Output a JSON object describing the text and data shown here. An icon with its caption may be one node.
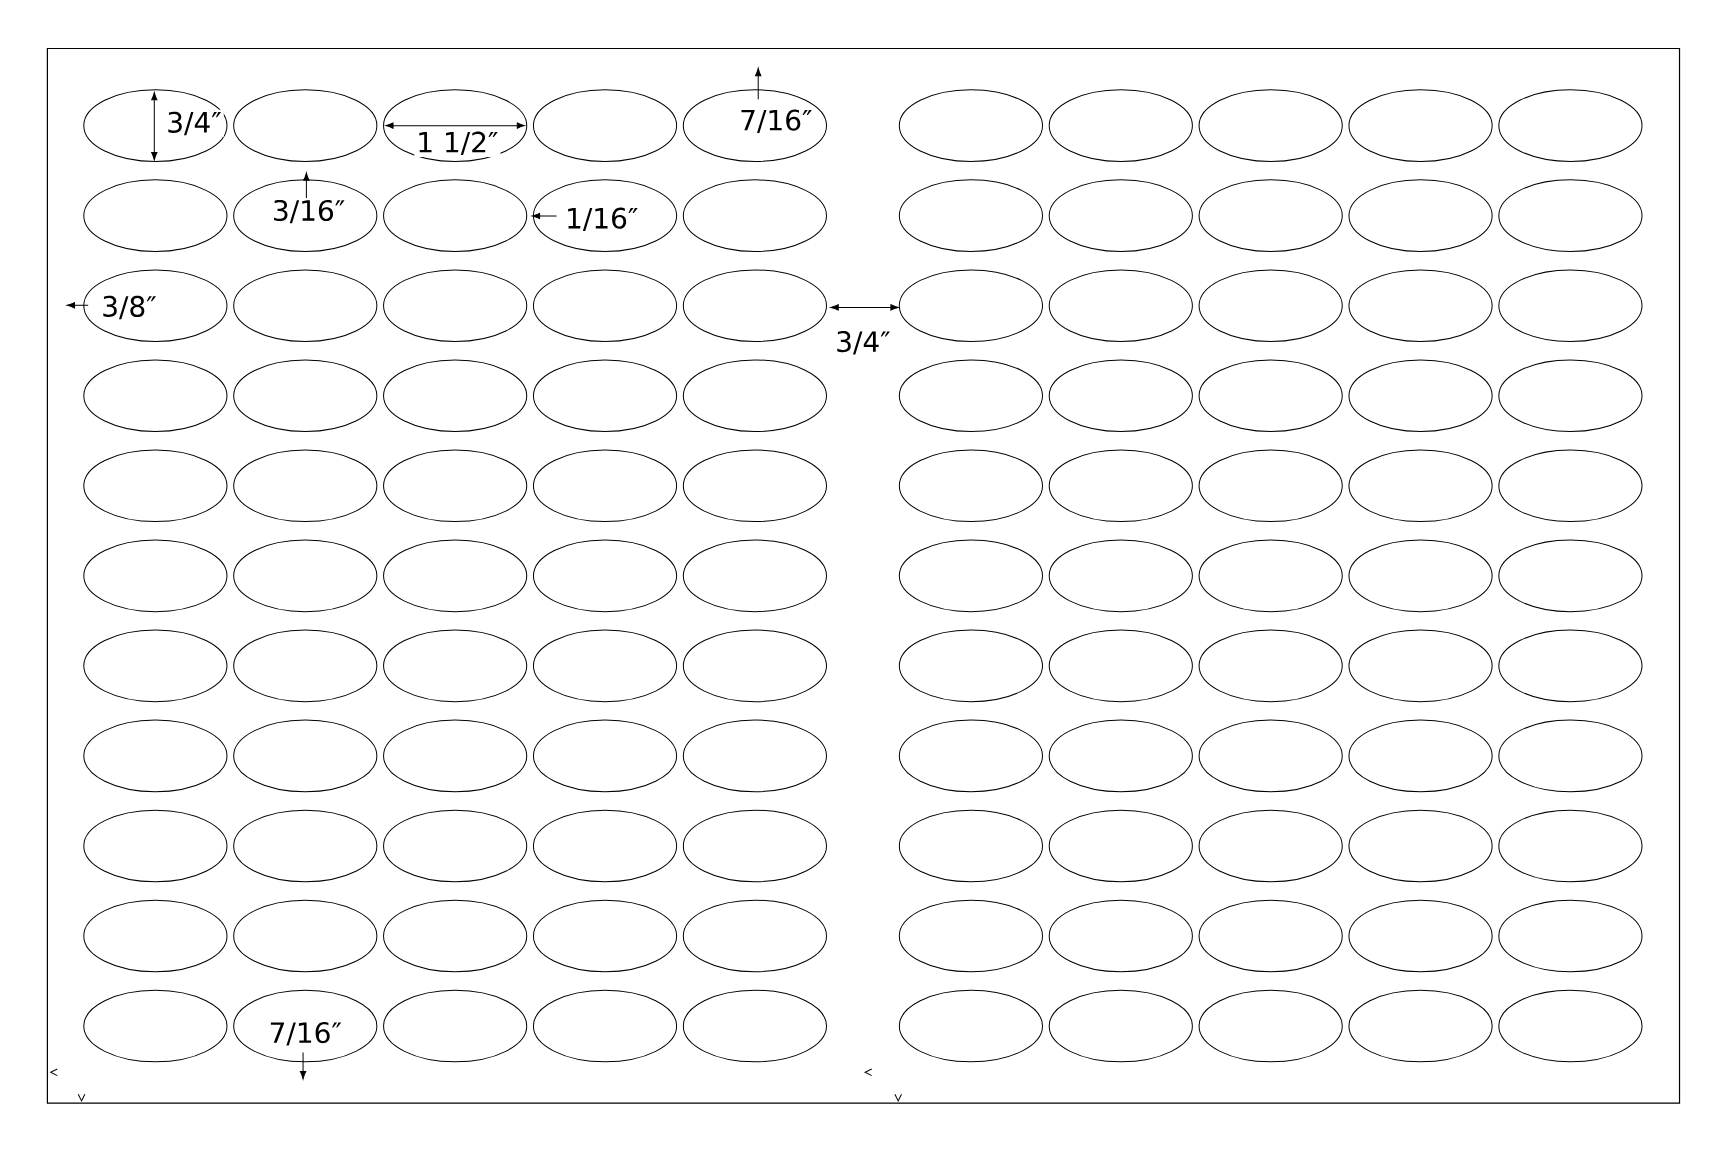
{
  "diagram": {
    "nodes": [
      {
        "text": [],
        "shape": "ellipse"
      },
      {
        "text": [],
        "shape": "ellipse"
      },
      {
        "text": [],
        "shape": "ellipse"
      },
      {
        "text": [],
        "shape": "ellipse"
      },
      {
        "text": [],
        "shape": "ellipse"
      },
      {
        "text": [],
        "shape": "ellipse"
      },
      {
        "text": [],
        "shape": "ellipse"
      },
      {
        "text": [],
        "shape": "ellipse"
      },
      {
        "text": [],
        "shape": "ellipse"
      },
      {
        "text": [],
        "shape": "ellipse"
      },
      {
        "text": [],
        "shape": "ellipse"
      },
      {
        "text": [],
        "shape": "ellipse"
      },
      {
        "text": [],
        "shape": "ellipse"
      },
      {
        "text": [],
        "shape": "ellipse"
      },
      {
        "text": [],
        "shape": "ellipse"
      },
      {
        "text": [],
        "shape": "ellipse"
      },
      {
        "text": [],
        "shape": "ellipse"
      },
      {
        "text": [],
        "shape": "ellipse"
      },
      {
        "text": [],
        "shape": "ellipse"
      },
      {
        "text": [],
        "shape": "ellipse"
      },
      {
        "text": [],
        "shape": "ellipse"
      },
      {
        "text": [],
        "shape": "ellipse"
      },
      {
        "text": [],
        "shape": "ellipse"
      },
      {
        "text": [],
        "shape": "ellipse"
      },
      {
        "text": [],
        "shape": "ellipse"
      },
      {
        "text": [],
        "shape": "ellipse"
      },
      {
        "text": [],
        "shape": "ellipse"
      },
      {
        "text": [],
        "shape": "ellipse"
      },
      {
        "text": [],
        "shape": "ellipse"
      },
      {
        "text": [],
        "shape": "ellipse"
      },
      {
        "text": [],
        "shape": "ellipse"
      },
      {
        "text": [],
        "shape": "ellipse"
      },
      {
        "text": [],
        "shape": "ellipse"
      },
      {
        "text": [],
        "shape": "ellipse"
      },
      {
        "text": [],
        "shape": "ellipse"
      },
      {
        "text": [],
        "shape": "ellipse"
      },
      {
        "text": [],
        "shape": "ellipse"
      },
      {
        "text": [],
        "shape": "ellipse"
      },
      {
        "text": [],
        "shape": "ellipse"
      },
      {
        "text": [],
        "shape": "ellipse"
      },
      {
        "text": [],
        "shape": "ellipse"
      },
      {
        "text": [],
        "shape": "ellipse"
      },
      {
        "text": [],
        "shape": "ellipse"
      },
      {
        "text": [],
        "shape": "ellipse"
      },
      {
        "text": [],
        "shape": "ellipse"
      },
      {
        "text": [],
        "shape": "ellipse"
      },
      {
        "text": [],
        "shape": "ellipse"
      },
      {
        "text": [],
        "shape": "ellipse"
      },
      {
        "text": [],
        "shape": "ellipse"
      },
      {
        "text": [],
        "shape": "ellipse"
      },
      {
        "text": [],
        "shape": "ellipse"
      },
      {
        "text": [],
        "shape": "ellipse"
      },
      {
        "text": [],
        "shape": "ellipse"
      },
      {
        "text": [],
        "shape": "ellipse"
      },
      {
        "text": [],
        "shape": "ellipse"
      },
      {
        "text": [],
        "shape": "ellipse"
      },
      {
        "text": [],
        "shape": "ellipse"
      },
      {
        "text": [],
        "shape": "ellipse"
      },
      {
        "text": [],
        "shape": "ellipse"
      },
      {
        "text": [],
        "shape": "ellipse"
      },
      {
        "text": [],
        "shape": "ellipse"
      },
      {
        "text": [],
        "shape": "ellipse"
      },
      {
        "text": [],
        "shape": "ellipse"
      },
      {
        "text": [],
        "shape": "ellipse"
      },
      {
        "text": [],
        "shape": "ellipse"
      },
      {
        "text": [],
        "shape": "ellipse"
      },
      {
        "text": [],
        "shape": "ellipse"
      },
      {
        "text": [],
        "shape": "ellipse"
      },
      {
        "text": [],
        "shape": "ellipse"
      },
      {
        "text": [],
        "shape": "ellipse"
      },
      {
        "text": [],
        "shape": "ellipse"
      },
      {
        "text": [],
        "shape": "ellipse"
      },
      {
        "text": [],
        "shape": "ellipse"
      },
      {
        "text": [],
        "shape": "ellipse"
      },
      {
        "text": [],
        "shape": "ellipse"
      },
      {
        "text": [],
        "shape": "ellipse"
      },
      {
        "text": [],
        "shape": "ellipse"
      },
      {
        "text": [],
        "shape": "ellipse"
      },
      {
        "text": [],
        "shape": "ellipse"
      },
      {
        "text": [],
        "shape": "ellipse"
      },
      {
        "text": [],
        "shape": "ellipse"
      },
      {
        "text": [],
        "shape": "ellipse"
      },
      {
        "text": [],
        "shape": "ellipse"
      },
      {
        "text": [],
        "shape": "ellipse"
      },
      {
        "text": [],
        "shape": "ellipse"
      },
      {
        "text": [],
        "shape": "ellipse"
      },
      {
        "text": [],
        "shape": "ellipse"
      },
      {
        "text": [],
        "shape": "ellipse"
      },
      {
        "text": [],
        "shape": "ellipse"
      },
      {
        "text": [],
        "shape": "ellipse"
      },
      {
        "text": [],
        "shape": "ellipse"
      },
      {
        "text": [],
        "shape": "ellipse"
      },
      {
        "text": [],
        "shape": "ellipse"
      },
      {
        "text": [],
        "shape": "ellipse"
      },
      {
        "text": [],
        "shape": "ellipse"
      },
      {
        "text": [],
        "shape": "ellipse"
      },
      {
        "text": [],
        "shape": "ellipse"
      },
      {
        "text": [],
        "shape": "ellipse"
      },
      {
        "text": [],
        "shape": "ellipse"
      },
      {
        "text": [],
        "shape": "ellipse"
      },
      {
        "text": [],
        "shape": "ellipse"
      },
      {
        "text": [],
        "shape": "ellipse"
      },
      {
        "text": [],
        "shape": "ellipse"
      },
      {
        "text": [],
        "shape": "ellipse"
      },
      {
        "text": [],
        "shape": "ellipse"
      },
      {
        "text": [],
        "shape": "ellipse"
      },
      {
        "text": [],
        "shape": "ellipse"
      },
      {
        "text": [],
        "shape": "ellipse"
      },
      {
        "text": [],
        "shape": "ellipse"
      },
      {
        "text": [],
        "shape": "ellipse"
      }
    ],
    "labels": [
      "3/4″",
      "1 1/2″",
      "7/16″",
      "3/16″",
      "1/16″",
      "3/8″",
      "3/4″",
      "7/16″"
    ]
  }
}
